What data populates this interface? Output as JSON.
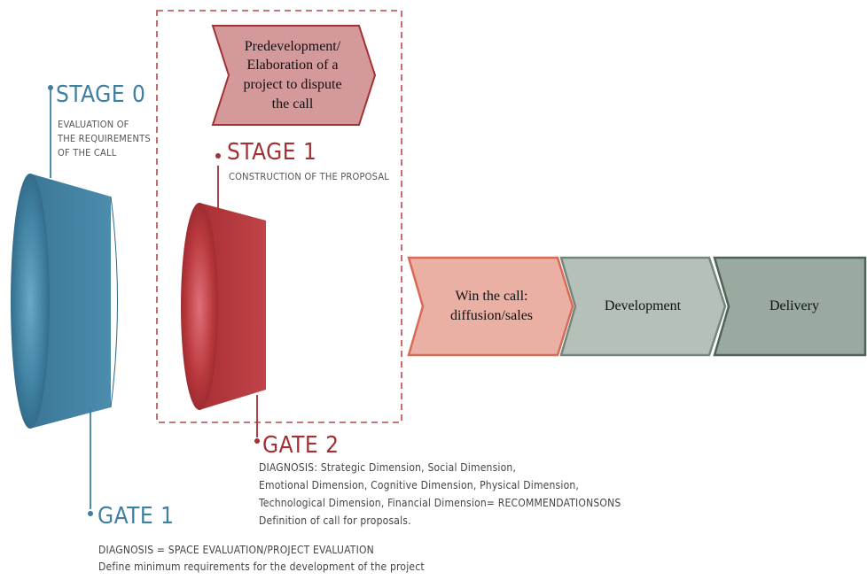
{
  "predevelopment": {
    "label": "Predevelopment/\nElaboration of a\nproject to dispute\nthe call"
  },
  "stage0": {
    "title": "STAGE 0",
    "desc_lines": [
      "EVALUATION OF",
      "THE REQUIREMENTS",
      "OF THE CALL"
    ]
  },
  "stage1": {
    "title": "STAGE 1",
    "desc": "CONSTRUCTION OF THE PROPOSAL"
  },
  "gate1": {
    "title": "GATE 1",
    "lines": [
      "DIAGNOSIS = SPACE EVALUATION/PROJECT EVALUATION",
      "Define minimum requirements for the development of the project"
    ]
  },
  "gate2": {
    "title": "GATE 2",
    "lines": [
      "DIAGNOSIS: Strategic Dimension, Social Dimension,",
      "Emotional Dimension, Cognitive Dimension, Physical Dimension,",
      "Technological Dimension, Financial Dimension= RECOMMENDATIONSONS",
      "Definition of call for proposals."
    ]
  },
  "process": {
    "win": "Win the call:\ndiffusion/sales",
    "development": "Development",
    "delivery": "Delivery"
  },
  "colors": {
    "blue": "#3f7fa0",
    "red": "#b23236",
    "dark_red": "#a33033",
    "pink_fill": "#d3999b",
    "salmon_fill": "#e9b0a3",
    "salmon_stroke": "#d96a55",
    "grey_fill": "#b5c0b8",
    "grey_stroke": "#73877c",
    "dark_grey_fill": "#9aaaa0",
    "dark_grey_stroke": "#4e6457",
    "text_grey": "#555555"
  }
}
